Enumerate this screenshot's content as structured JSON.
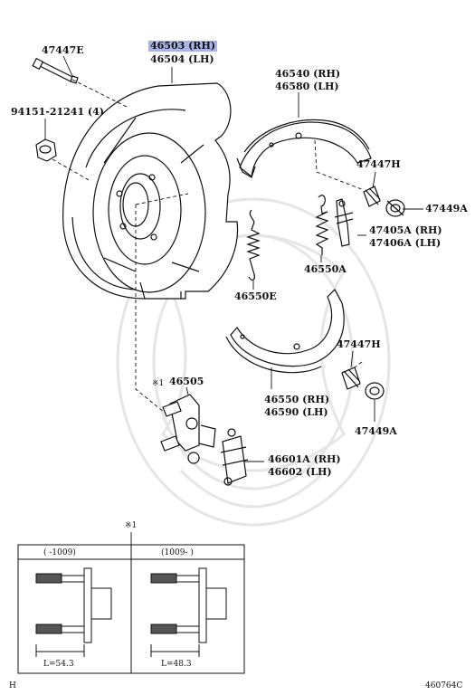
{
  "labels": {
    "bolt": "47447E",
    "backing_plate_rh": "46503 (RH)",
    "backing_plate_lh": "46504 (LH)",
    "nut": "94151-21241 (4)",
    "shoe_upper_rh": "46540 (RH)",
    "shoe_upper_lh": "46580 (LH)",
    "pin_upper": "47447H",
    "cup_upper": "47449A",
    "adjuster_rh": "47405A (RH)",
    "adjuster_lh": "47406A (LH)",
    "spring_a": "46550A",
    "spring_e": "46550E",
    "pin_lower": "47447H",
    "shoe_lower_rh": "46550 (RH)",
    "shoe_lower_lh": "46590 (LH)",
    "cup_lower": "47449A",
    "note_mark": "※1",
    "lever": "46505",
    "strut_rh": "46601A (RH)",
    "strut_lh": "46602 (LH)"
  },
  "inset": {
    "mark": "※1",
    "left_header": "(      -1009)",
    "right_header": "(1009-      )",
    "left_dim": "L=54.3",
    "right_dim": "L=48.3"
  },
  "footer": {
    "left_mark": "H",
    "code": "460764C"
  },
  "colors": {
    "line": "#111111",
    "highlight": "#a9b3e6",
    "watermark": "#e6e6e6"
  }
}
